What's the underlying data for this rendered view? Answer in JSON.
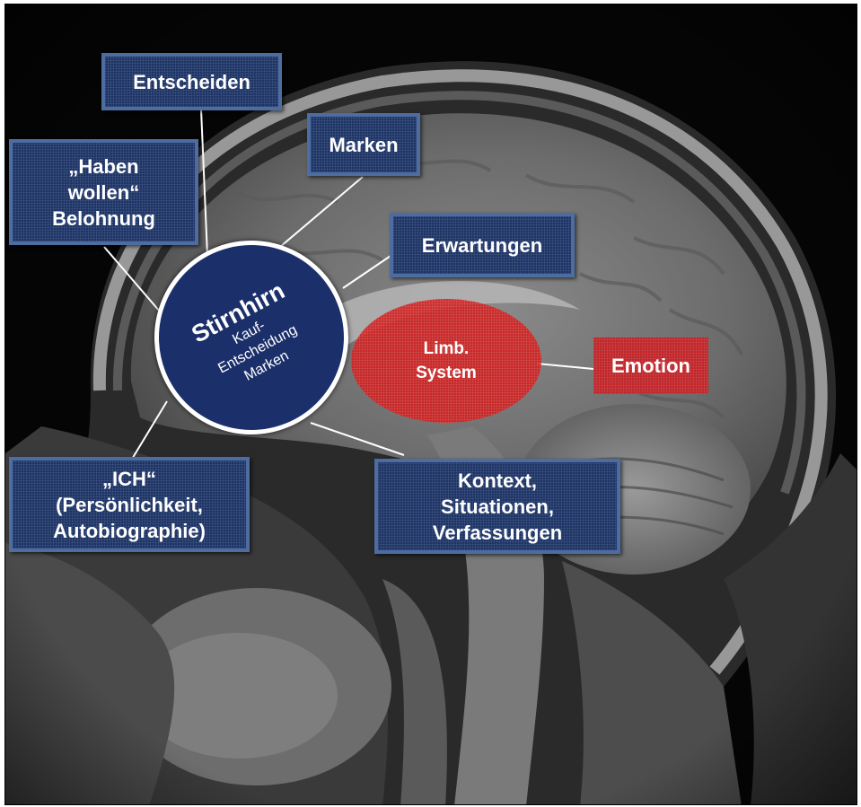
{
  "center": {
    "title": "Stirnhirn",
    "lines": [
      "Kauf-",
      "Entscheidung",
      "Marken"
    ]
  },
  "boxes": {
    "entscheiden": [
      "Entscheiden"
    ],
    "marken": [
      "Marken"
    ],
    "haben": [
      "„Haben",
      "wollen“",
      "Belohnung"
    ],
    "erwartungen": [
      "Erwartungen"
    ],
    "ich": [
      "„ICH“",
      "(Persönlichkeit,",
      "Autobiographie)"
    ],
    "kontext": [
      "Kontext,",
      "Situationen,",
      "Verfassungen"
    ]
  },
  "limbic": [
    "Limb.",
    "System"
  ],
  "emotion": "Emotion",
  "colors": {
    "box_fill": "#1d3466",
    "box_border": "#4d6da0",
    "circle_fill": "#1b2f6a",
    "red": "#c0262a"
  }
}
